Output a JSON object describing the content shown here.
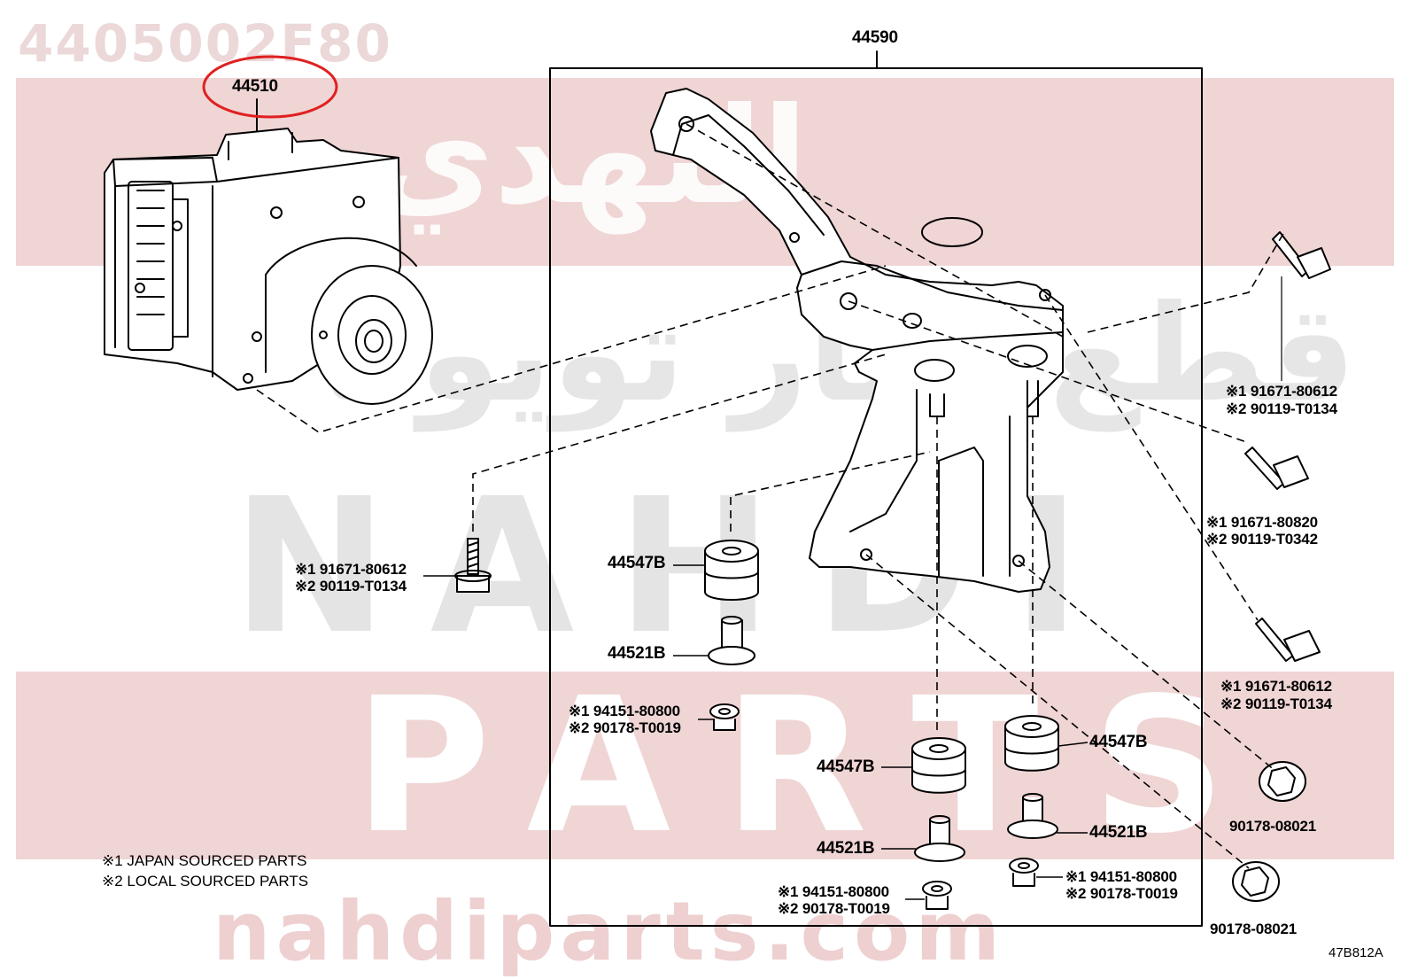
{
  "watermark": {
    "part_number": "4405002F80",
    "arabic_brand": "النهدي",
    "arabic_sub": "قطع غيار تويوتا",
    "brand_line1": "NAHDI",
    "brand_line2": "PARTS",
    "site": "nahdiparts.com"
  },
  "diagram": {
    "code": "47B812A",
    "assembly_label": "44590",
    "actuator_label": "44510",
    "labels": {
      "cushion_upper": "44547B",
      "collar_upper": "44521B",
      "cushion_mid_left": "44547B",
      "cushion_mid_right": "44547B",
      "collar_low_left": "44521B",
      "collar_low_right": "44521B",
      "nut_right_1": "90178-08021",
      "nut_right_2": "90178-08021"
    },
    "callouts": {
      "left_bolt": [
        "※1 91671-80612",
        "※2 90119-T0134"
      ],
      "right_bolt_1": [
        "※1 91671-80612",
        "※2 90119-T0134"
      ],
      "right_bolt_2": [
        "※1 91671-80820",
        "※2 90119-T0342"
      ],
      "right_bolt_3": [
        "※1 91671-80612",
        "※2 90119-T0134"
      ],
      "nut_upper": [
        "※1 94151-80800",
        "※2 90178-T0019"
      ],
      "nut_bottom_left": [
        "※1 94151-80800",
        "※2 90178-T0019"
      ],
      "nut_bottom_right": [
        "※1 94151-80800",
        "※2 90178-T0019"
      ]
    },
    "legend": [
      "※1 JAPAN SOURCED PARTS",
      "※2 LOCAL SOURCED PARTS"
    ],
    "highlight_color": "#e02020",
    "watermark_band_color": "#f0d5d5"
  }
}
